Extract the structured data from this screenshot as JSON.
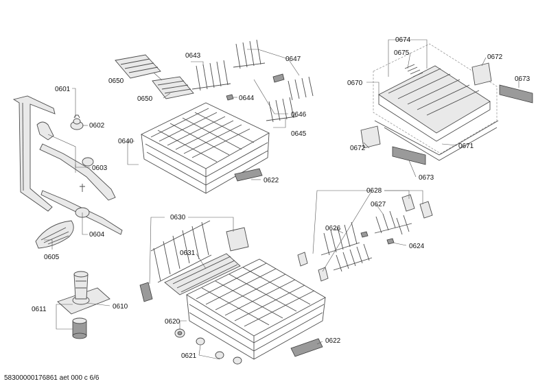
{
  "labels": {
    "l0601": "0601",
    "l0602": "0602",
    "l0603": "0603",
    "l0604": "0604",
    "l0605": "0605",
    "l0610": "0610",
    "l0611": "0611",
    "l0620": "0620",
    "l0621": "0621",
    "l0622a": "0622",
    "l0622b": "0622",
    "l0624": "0624",
    "l0626": "0626",
    "l0627": "0627",
    "l0628": "0628",
    "l0630": "0630",
    "l0631": "0631",
    "l0640": "0640",
    "l0643": "0643",
    "l0644": "0644",
    "l0645": "0645",
    "l0646": "0646",
    "l0647": "0647",
    "l0650a": "0650",
    "l0650b": "0650",
    "l0670": "0670",
    "l0671": "0671",
    "l0672a": "0672",
    "l0672b": "0672",
    "l0673a": "0673",
    "l0673b": "0673",
    "l0674": "0674",
    "l0675": "0675"
  },
  "footer": "58300000176861 aet 000 c 6/6"
}
